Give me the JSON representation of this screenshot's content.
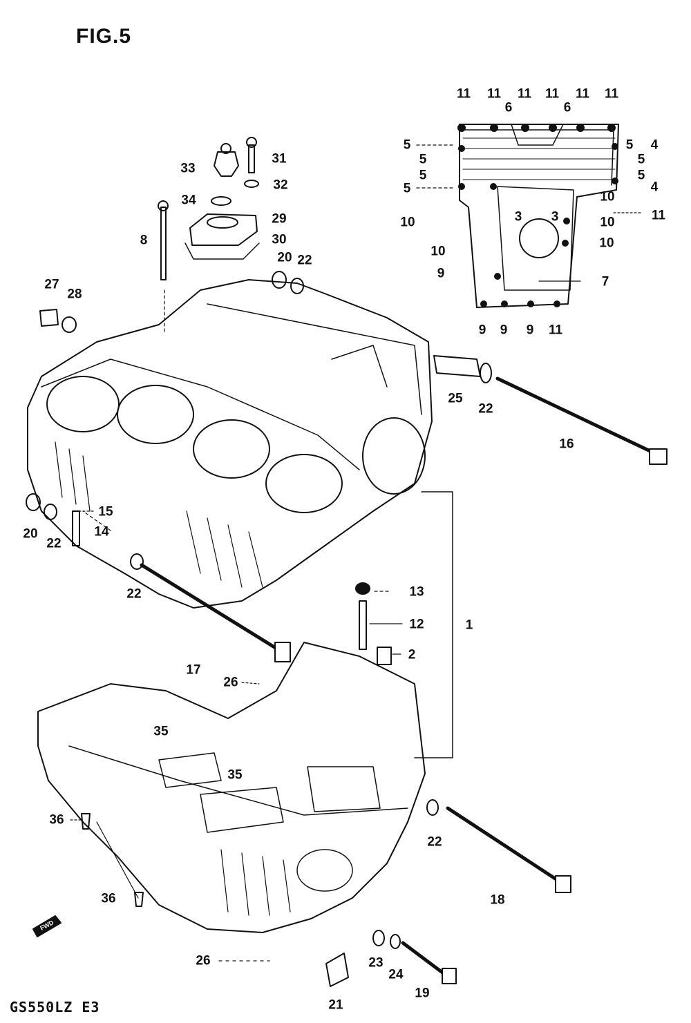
{
  "title": "FIG.5",
  "model_code": "GS550LZ E3",
  "front_marker": "FWD",
  "callouts": [
    "1",
    "2",
    "3",
    "3",
    "4",
    "4",
    "5",
    "5",
    "5",
    "5",
    "5",
    "5",
    "5",
    "6",
    "6",
    "7",
    "8",
    "9",
    "9",
    "9",
    "9",
    "10",
    "10",
    "10",
    "10",
    "10",
    "11",
    "11",
    "11",
    "11",
    "11",
    "11",
    "11",
    "11",
    "12",
    "13",
    "14",
    "15",
    "16",
    "17",
    "18",
    "19",
    "20",
    "20",
    "21",
    "22",
    "22",
    "22",
    "22",
    "22",
    "23",
    "24",
    "25",
    "26",
    "26",
    "27",
    "28",
    "29",
    "30",
    "31",
    "32",
    "33",
    "34",
    "35",
    "35",
    "36",
    "36"
  ]
}
